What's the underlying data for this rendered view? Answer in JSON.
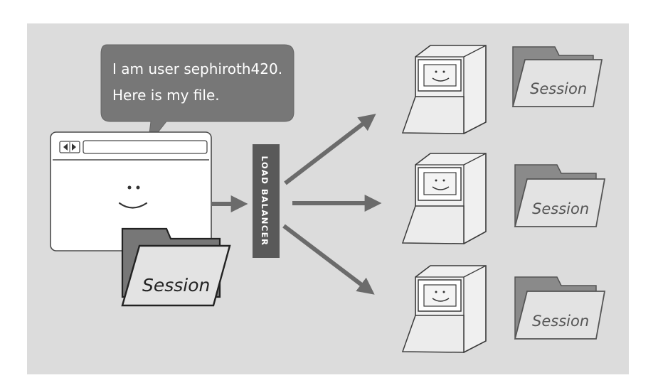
{
  "speech": {
    "line1": "I am user sephiroth420.",
    "line2": "Here is my file."
  },
  "load_balancer": {
    "label": "LOAD BALANCER"
  },
  "client": {
    "session_label": "Session",
    "nav_icons": [
      "back-arrow-icon",
      "forward-arrow-icon"
    ]
  },
  "servers": [
    {
      "session_label": "Session"
    },
    {
      "session_label": "Session"
    },
    {
      "session_label": "Session"
    }
  ],
  "colors": {
    "background": "#dcdcdc",
    "bubble": "#777777",
    "load_balancer": "#595959",
    "arrow": "#6b6b6b",
    "outline": "#4a4a4a"
  }
}
